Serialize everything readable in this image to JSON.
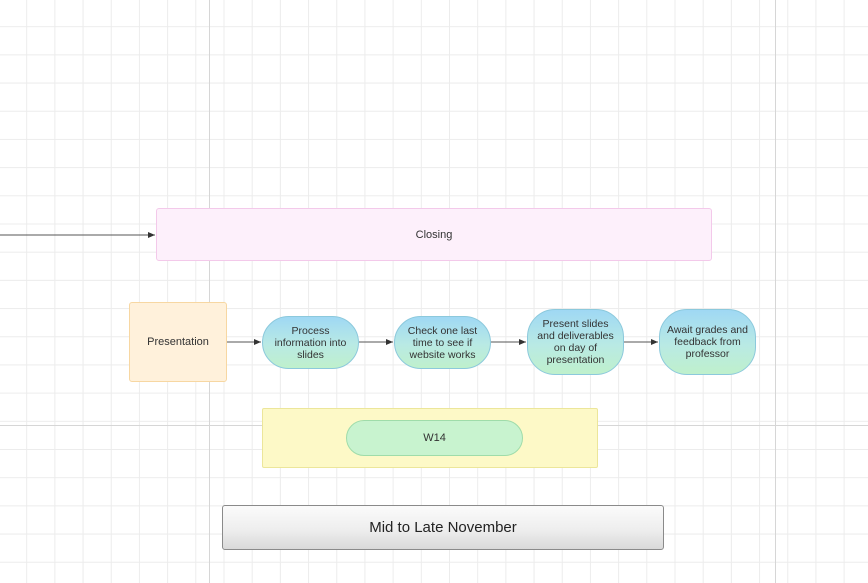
{
  "diagram": {
    "closing": {
      "label": "Closing"
    },
    "presentation": {
      "label": "Presentation"
    },
    "steps": [
      {
        "label": "Process information into slides"
      },
      {
        "label": "Check one last time to see if website works"
      },
      {
        "label": "Present slides and deliverables on day of presentation"
      },
      {
        "label": "Await grades and feedback from professor"
      }
    ],
    "week": {
      "label": "W14"
    },
    "period": {
      "label": "Mid to Late November"
    }
  },
  "colors": {
    "closing_fill": "#fdf0fb",
    "presentation_fill": "#fff1db",
    "step_fill_top": "#9fd8f4",
    "step_fill_bottom": "#bff0cc",
    "week_fill": "#fdf9c7",
    "week_pill_fill": "#c8f3cf",
    "connector": "#333333"
  }
}
